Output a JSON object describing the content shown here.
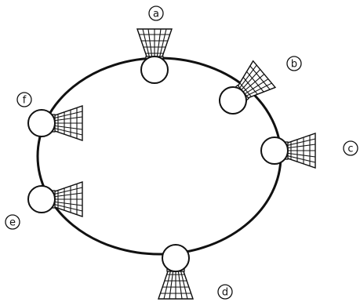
{
  "diagram": {
    "shuttles": [
      {
        "id": "a",
        "label": "a"
      },
      {
        "id": "b",
        "label": "b"
      },
      {
        "id": "c",
        "label": "c"
      },
      {
        "id": "d",
        "label": "d"
      },
      {
        "id": "e",
        "label": "e"
      },
      {
        "id": "f",
        "label": "f"
      }
    ],
    "colors": {
      "stroke": "#111111",
      "fill": "#ffffff"
    }
  }
}
